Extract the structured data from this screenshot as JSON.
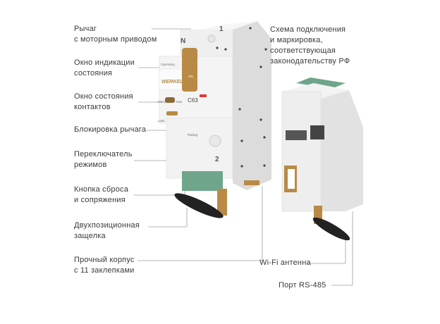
{
  "left_callouts": [
    {
      "line1": "Рычаг",
      "line2": "с моторным приводом"
    },
    {
      "line1": "Окно индикации",
      "line2": "состояния"
    },
    {
      "line1": "Окно состояния",
      "line2": "контактов"
    },
    {
      "line1": "Блокировка рычага",
      "line2": ""
    },
    {
      "line1": "Переключатель",
      "line2": "режимов"
    },
    {
      "line1": "Кнопка сброса",
      "line2": "и сопряжения"
    },
    {
      "line1": "Двухпозиционная",
      "line2": "защелка"
    },
    {
      "line1": "Прочный корпус",
      "line2": "с 11 заклепками"
    }
  ],
  "right_callouts": [
    {
      "line1": "Схема подключения",
      "line2": "и маркировка,",
      "line3": "соответствующая",
      "line4": "законодательству РФ"
    },
    {
      "line1": "Wi-Fi антенна"
    },
    {
      "line1": "Порт RS-485"
    }
  ],
  "device": {
    "terminal_n": "N",
    "terminal_1": "1",
    "terminal_2": "2",
    "operating": "Operating",
    "brand": "WERKEL",
    "lever_on": "ON",
    "manu": "Manu",
    "auto": "Auto",
    "lock": "Lock",
    "rating": "C63",
    "pairing": "Pairing"
  },
  "colors": {
    "text": "#3a3a3a",
    "line": "#9a9a9a",
    "body": "#f1f1f1",
    "accent_gold": "#b98a45",
    "terminal_green": "#6fa58a",
    "led_red": "#e23b3b"
  }
}
